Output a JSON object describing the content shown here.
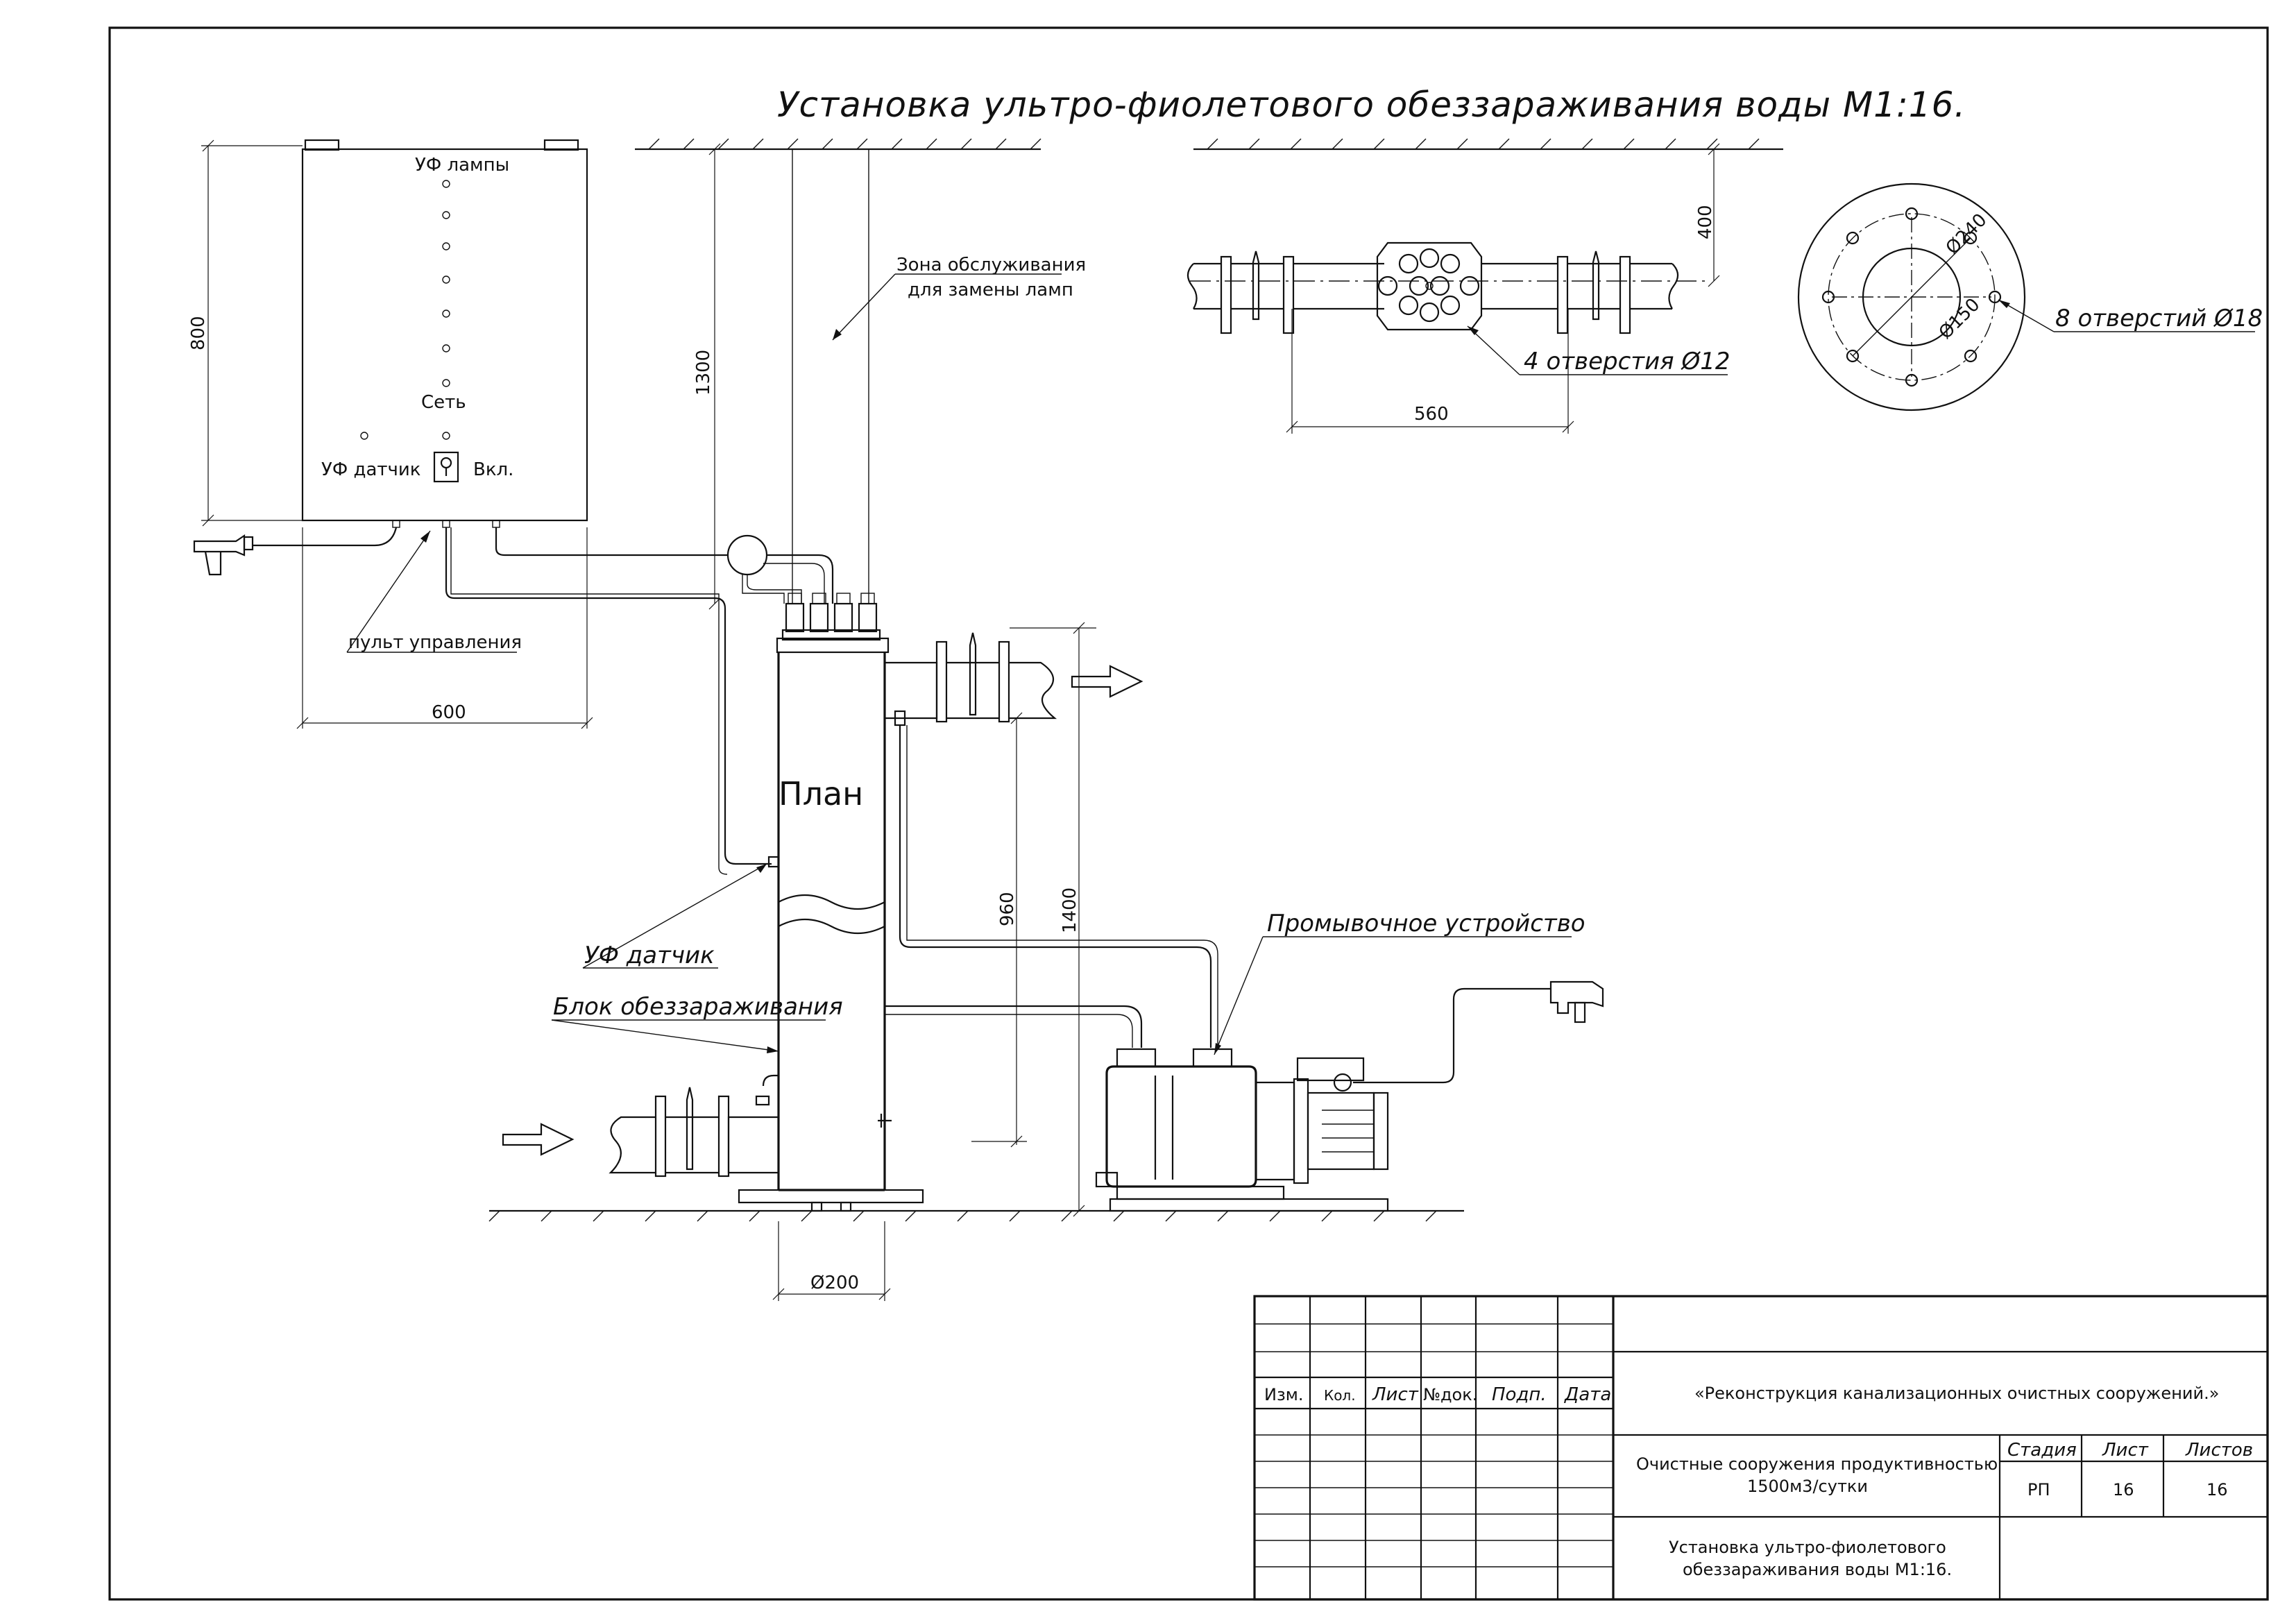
{
  "title": "Установка ультро-фиолетового обеззараживания воды М1:16.",
  "control_panel": {
    "uv_lamps": "УФ лампы",
    "network": "Сеть",
    "uv_sensor": "УФ датчик",
    "on": "Вкл.",
    "remote_label": "пульт управления",
    "dim_height": "800",
    "dim_width": "600"
  },
  "service_zone": {
    "line1": "Зона обслуживания",
    "line2": "для замены ламп",
    "dim_height": "1300"
  },
  "unit": {
    "plan": "План",
    "uv_sensor_label": "УФ датчик",
    "block_label": "Блок обеззараживания",
    "flushing_label": "Промывочное устройство",
    "dim_960": "960",
    "dim_1400": "1400",
    "dim_diameter": "Ø200"
  },
  "top_view": {
    "dim_400": "400",
    "dim_560": "560",
    "holes_4": "4 отверстия Ø12"
  },
  "flange": {
    "d_outer": "Ø240",
    "d_inner": "Ø150",
    "holes_8": "8 отверстий Ø18"
  },
  "title_block": {
    "headers": [
      "Изм.",
      "Кол.",
      "Лист",
      "№док.",
      "Подп.",
      "Дата"
    ],
    "project": "«Реконструкция канализационных очистных сооружений.»",
    "object_line1": "Очистные сооружения продуктивностью",
    "object_line2": "1500м3/сутки",
    "sheet_title_line1": "Установка ультро-фиолетового",
    "sheet_title_line2": "обеззараживания воды М1:16.",
    "stage_label": "Стадия",
    "sheet_label": "Лист",
    "sheets_label": "Листов",
    "stage": "РП",
    "sheet": "16",
    "sheets": "16"
  }
}
